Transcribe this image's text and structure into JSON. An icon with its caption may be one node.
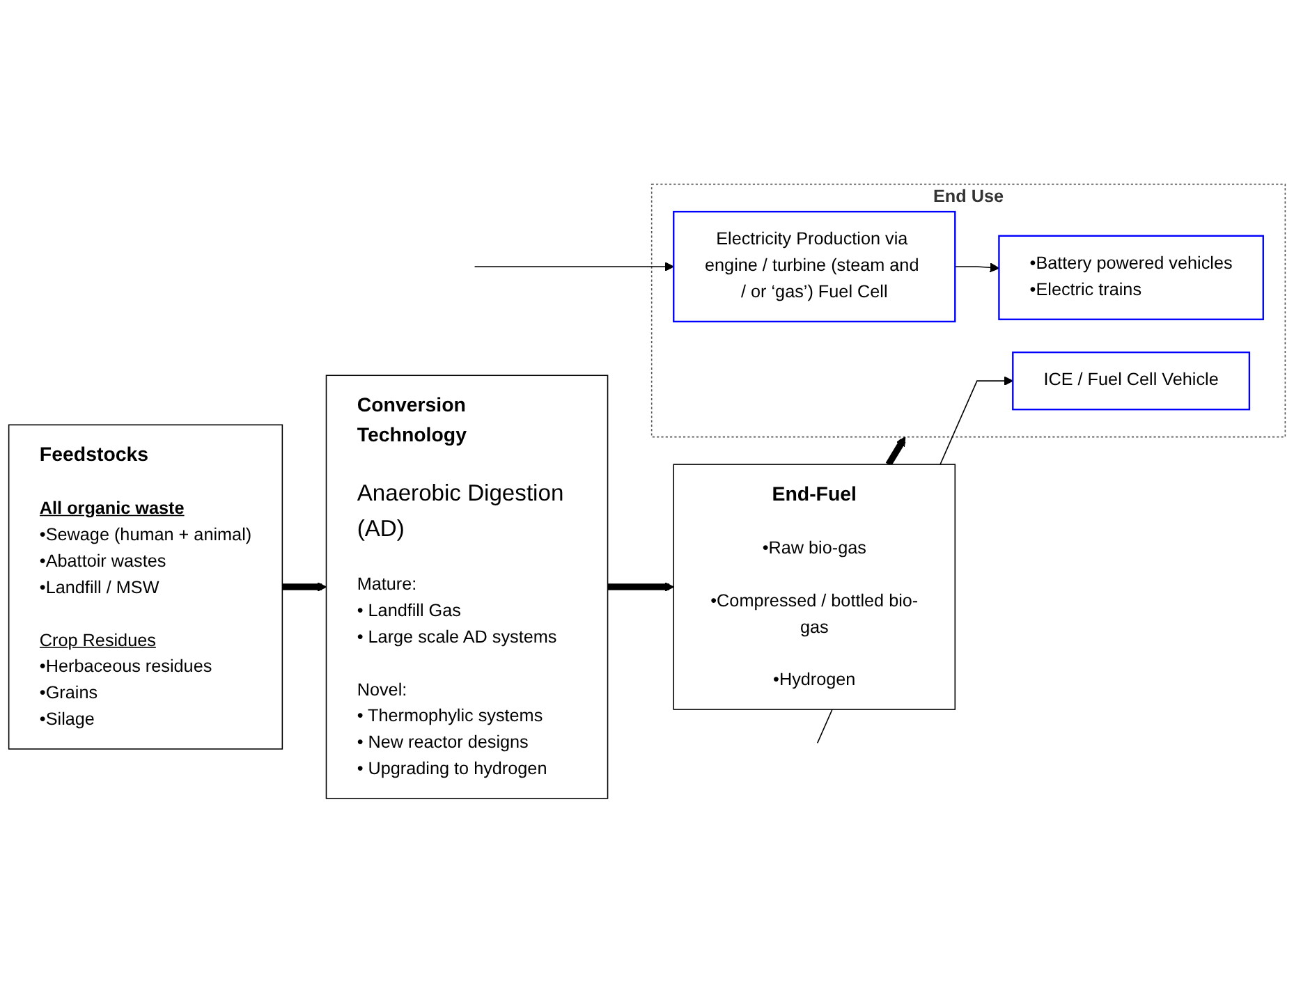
{
  "diagram": {
    "nodes": [
      {
        "text": [
          "Feedstocks",
          "All organic waste",
          "•Sewage (human + animal)",
          "•Abattoir wastes",
          "•Landfill / MSW",
          "Crop Residues",
          "•Herbaceous residues",
          "•Grains",
          "•Silage"
        ]
      },
      {
        "text": [
          "Conversion Technology",
          "Anaerobic Digestion (AD)",
          "Mature:",
          "• Landfill Gas",
          "• Large scale AD systems",
          "Novel:",
          "• Thermophylic systems",
          "• New reactor designs",
          "• Upgrading to hydrogen"
        ]
      },
      {
        "text": [
          "End-Fuel",
          "•Raw bio-gas",
          "•Compressed / bottled bio-gas",
          "•Hydrogen"
        ]
      },
      {
        "text": [
          "End Use"
        ]
      },
      {
        "text": [
          "•Battery powered vehicles",
          "•Electric trains"
        ],
        "in": 3
      },
      {
        "text": [
          "Electricity Production via engine / turbine (steam and / or ‘gas’) Fuel Cell"
        ],
        "in": 3
      },
      {
        "text": [
          "ICE / Fuel Cell Vehicle"
        ],
        "in": 3
      }
    ],
    "edges": [
      {
        "from": 0,
        "to": 1,
        "arrow": "to",
        "style": "thick"
      },
      {
        "from": 1,
        "to": 2,
        "arrow": "to",
        "style": "thick"
      },
      {
        "from": 2,
        "to": 3,
        "arrow": "to",
        "style": "thick"
      },
      {
        "from": 5,
        "to": 4,
        "arrow": "to"
      },
      {
        "from": null,
        "to": 5,
        "arrow": "to"
      },
      {
        "from": null,
        "to": 6,
        "arrow": "to"
      }
    ]
  }
}
